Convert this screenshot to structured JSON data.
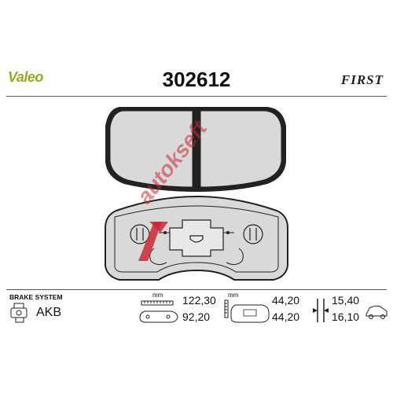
{
  "header": {
    "brand": "Valeo",
    "part_number": "302612",
    "product_line": "FIRST"
  },
  "watermark": {
    "text": "autokseft"
  },
  "footer": {
    "brake_system_label": "BRAKE SYSTEM",
    "brake_system_value": "AKB",
    "unit_length": "mm",
    "unit_height": "mm",
    "length": "122,30",
    "width": "92,20",
    "height_1": "44,20",
    "height_2": "44,20",
    "thickness_1": "15,40",
    "thickness_2": "16,10"
  },
  "colors": {
    "pad_fill": "#d9d9d9",
    "outline": "#222222",
    "brand": "#9aaa1f",
    "watermark": "#c82832"
  }
}
